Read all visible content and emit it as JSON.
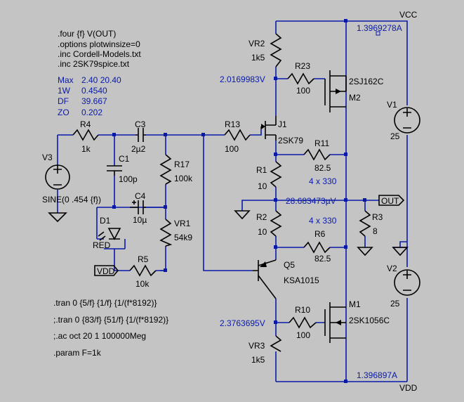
{
  "directives": {
    "four": ".four {f} V(OUT)",
    "options": ".options plotwinsize=0",
    "inc1": ".inc Cordell-Models.txt",
    "inc2": ".inc 2SK79spice.txt",
    "tran1": ".tran 0 {5/f} {1/f} {1/(f*8192)}",
    "tran2": ";.tran 0 {83/f} {51/f} {1/(f*8192)}",
    "ac": ";.ac oct 20 1 100000Meg",
    "param": ".param F=1k"
  },
  "measurements": [
    {
      "label": "Max",
      "value": "2.40  20.40"
    },
    {
      "label": "1W",
      "value": "0.4540"
    },
    {
      "label": "DF",
      "value": "39.667"
    },
    {
      "label": "ZO",
      "value": "0.202"
    }
  ],
  "nets": {
    "vcc": "VCC",
    "vdd_top_right": "VDD",
    "vdd_port": "VDD",
    "out": "OUT"
  },
  "node_voltages": {
    "vcc_rail": "1.3969278A",
    "vdd_rail": "1.396897A",
    "vr2_node": "2.0169983V",
    "vr3_node": "2.3763695V",
    "out_node": "28.683473µV"
  },
  "components": {
    "V1": {
      "ref": "V1",
      "value": "25"
    },
    "V2": {
      "ref": "V2",
      "value": "25"
    },
    "V3": {
      "ref": "V3",
      "value": "SINE(0 .454 {f})"
    },
    "R4": {
      "ref": "R4",
      "value": "1k"
    },
    "C1": {
      "ref": "C1",
      "value": "100p"
    },
    "C3": {
      "ref": "C3",
      "value": "2µ2"
    },
    "C4": {
      "ref": "C4",
      "value": "10µ"
    },
    "R17": {
      "ref": "R17",
      "value": "100k"
    },
    "VR1": {
      "ref": "VR1",
      "value": "54k9"
    },
    "D1": {
      "ref": "D1",
      "value": "RED"
    },
    "R5": {
      "ref": "R5",
      "value": "10k"
    },
    "R13": {
      "ref": "R13",
      "value": "100"
    },
    "J1": {
      "ref": "J1",
      "value": "2SK79"
    },
    "VR2": {
      "ref": "VR2",
      "value": "1k5"
    },
    "R23": {
      "ref": "R23",
      "value": "100"
    },
    "M2": {
      "ref": "M2",
      "value": "2SJ162C"
    },
    "R11": {
      "ref": "R11",
      "value": "82.5",
      "note": "4 x 330"
    },
    "R1": {
      "ref": "R1",
      "value": "10"
    },
    "R2": {
      "ref": "R2",
      "value": "10"
    },
    "R6": {
      "ref": "R6",
      "value": "82.5",
      "note": "4 x 330"
    },
    "R3": {
      "ref": "R3",
      "value": "8"
    },
    "Q5": {
      "ref": "Q5",
      "value": "KSA1015"
    },
    "R10": {
      "ref": "R10",
      "value": "100"
    },
    "M1": {
      "ref": "M1",
      "value": "2SK1056C"
    },
    "VR3": {
      "ref": "VR3",
      "value": "1k5"
    }
  }
}
